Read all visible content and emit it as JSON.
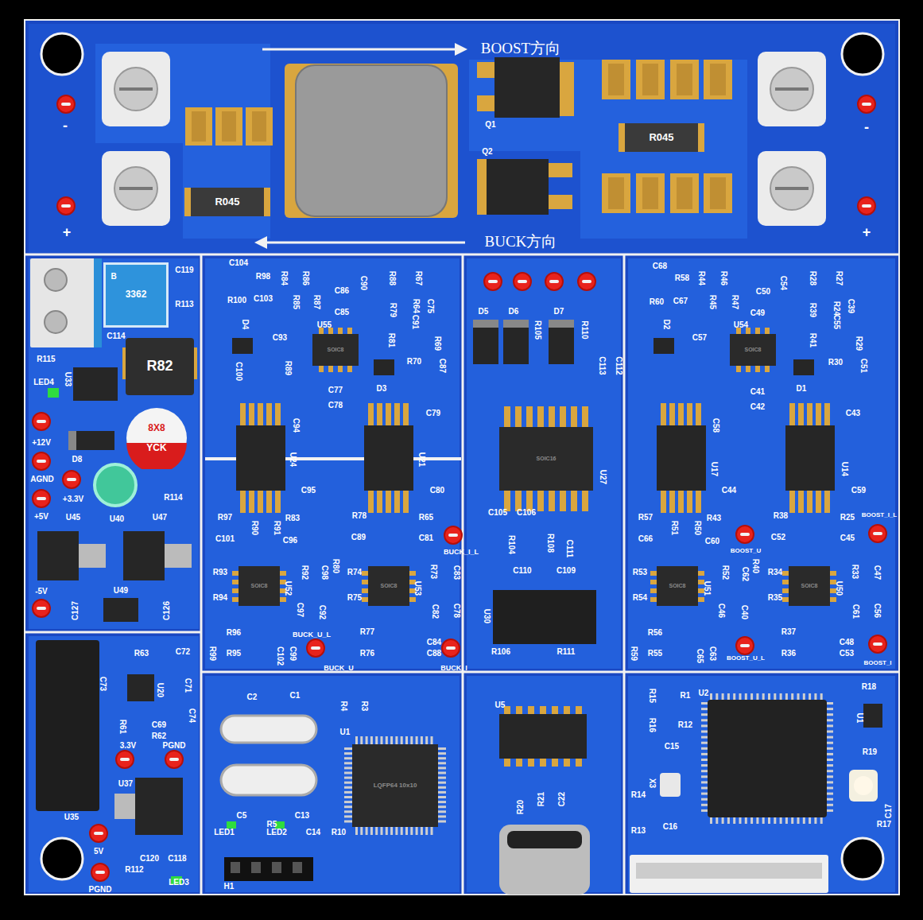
{
  "diagram": {
    "nodes": [
      {
        "text": [
          "R045"
        ]
      },
      {
        "text": [
          "R045"
        ]
      },
      {
        "text": [
          "R82"
        ]
      },
      {
        "text": [
          "8X8",
          "YCK"
        ]
      },
      {
        "text": [
          "3362"
        ]
      },
      {
        "text": [
          "SOIC8"
        ]
      },
      {
        "text": [
          "SOIC8"
        ]
      },
      {
        "text": [
          "SOIC8"
        ]
      },
      {
        "text": [
          "SOIC8"
        ]
      },
      {
        "text": [
          "SOIC8"
        ]
      },
      {
        "text": [
          "SOIC8"
        ]
      },
      {
        "text": [
          "SOIC16"
        ]
      },
      {
        "text": [
          "LQFP64 10x10"
        ]
      }
    ],
    "labels": [
      "BOOST方向",
      "BUCK方向",
      "Q1",
      "Q2",
      "-",
      "+",
      "-",
      "+",
      "C119",
      "R113",
      "B",
      "C114",
      "R115",
      "LED4",
      "U33",
      "D8",
      "+12V",
      "AGND",
      "+3.3V",
      "+5V",
      "R114",
      "U40",
      "U45",
      "U47",
      "-5V",
      "C127",
      "U49",
      "C126",
      "U35",
      "C73",
      "R63",
      "C72",
      "U20",
      "C71",
      "R61",
      "C69",
      "C74",
      "R62",
      "3.3V",
      "PGND",
      "U37",
      "5V",
      "C120",
      "C118",
      "R112",
      "LED3",
      "PGND",
      "C2",
      "C1",
      "R4",
      "R3",
      "U1",
      "C5",
      "R5",
      "C13",
      "LED1",
      "LED2",
      "C14",
      "R10",
      "H1",
      "U5",
      "R20",
      "R21",
      "C22",
      "R18",
      "R15",
      "R1",
      "U2",
      "R16",
      "R12",
      "U1",
      "R19",
      "C15",
      "X3",
      "R14",
      "C16",
      "R13",
      "C17",
      "R17",
      "C104",
      "R98",
      "R84",
      "R86",
      "R100",
      "C103",
      "R85",
      "R87",
      "C86",
      "C85",
      "C90",
      "R88",
      "R67",
      "R79",
      "R64",
      "C75",
      "R81",
      "C91",
      "R69",
      "R70",
      "C87",
      "D4",
      "C93",
      "U55",
      "R89",
      "C100",
      "D3",
      "C77",
      "C78",
      "C79",
      "C94",
      "U24",
      "U21",
      "C95",
      "C80",
      "R97",
      "R90",
      "R91",
      "R83",
      "R78",
      "R65",
      "C101",
      "C96",
      "C89",
      "C81",
      "R93",
      "R94",
      "R92",
      "C98",
      "R80",
      "R74",
      "R75",
      "R73",
      "C83",
      "U52",
      "U53",
      "C97",
      "C92",
      "C82",
      "C78",
      "R96",
      "R77",
      "BUCK_U_L",
      "R95",
      "R76",
      "C84",
      "C88",
      "R99",
      "C102",
      "C99",
      "BUCK_U",
      "BUCK_I",
      "BUCK_I_L",
      "D5",
      "D6",
      "D7",
      "R105",
      "R110",
      "C113",
      "C112",
      "U27",
      "C105",
      "C106",
      "R104",
      "R108",
      "C111",
      "C110",
      "C109",
      "U30",
      "R106",
      "R111",
      "C68",
      "R58",
      "R44",
      "R46",
      "R60",
      "C67",
      "R45",
      "R47",
      "C50",
      "C49",
      "C54",
      "R28",
      "R27",
      "R39",
      "R24",
      "C39",
      "R41",
      "C55",
      "R29",
      "R30",
      "C51",
      "D2",
      "C57",
      "U54",
      "C41",
      "C42",
      "D1",
      "C58",
      "C43",
      "U17",
      "U14",
      "C44",
      "C59",
      "R57",
      "R51",
      "R50",
      "R43",
      "R38",
      "R25",
      "BOOST_I_L",
      "C66",
      "C60",
      "C52",
      "C45",
      "BOOST_U",
      "R53",
      "R54",
      "R52",
      "C62",
      "R40",
      "R34",
      "R35",
      "R33",
      "C47",
      "U51",
      "U50",
      "C46",
      "C40",
      "C61",
      "C56",
      "R56",
      "R37",
      "BOOST_U_L",
      "R55",
      "R36",
      "C48",
      "C53",
      "R59",
      "C65",
      "C63",
      "BOOST_I"
    ]
  }
}
